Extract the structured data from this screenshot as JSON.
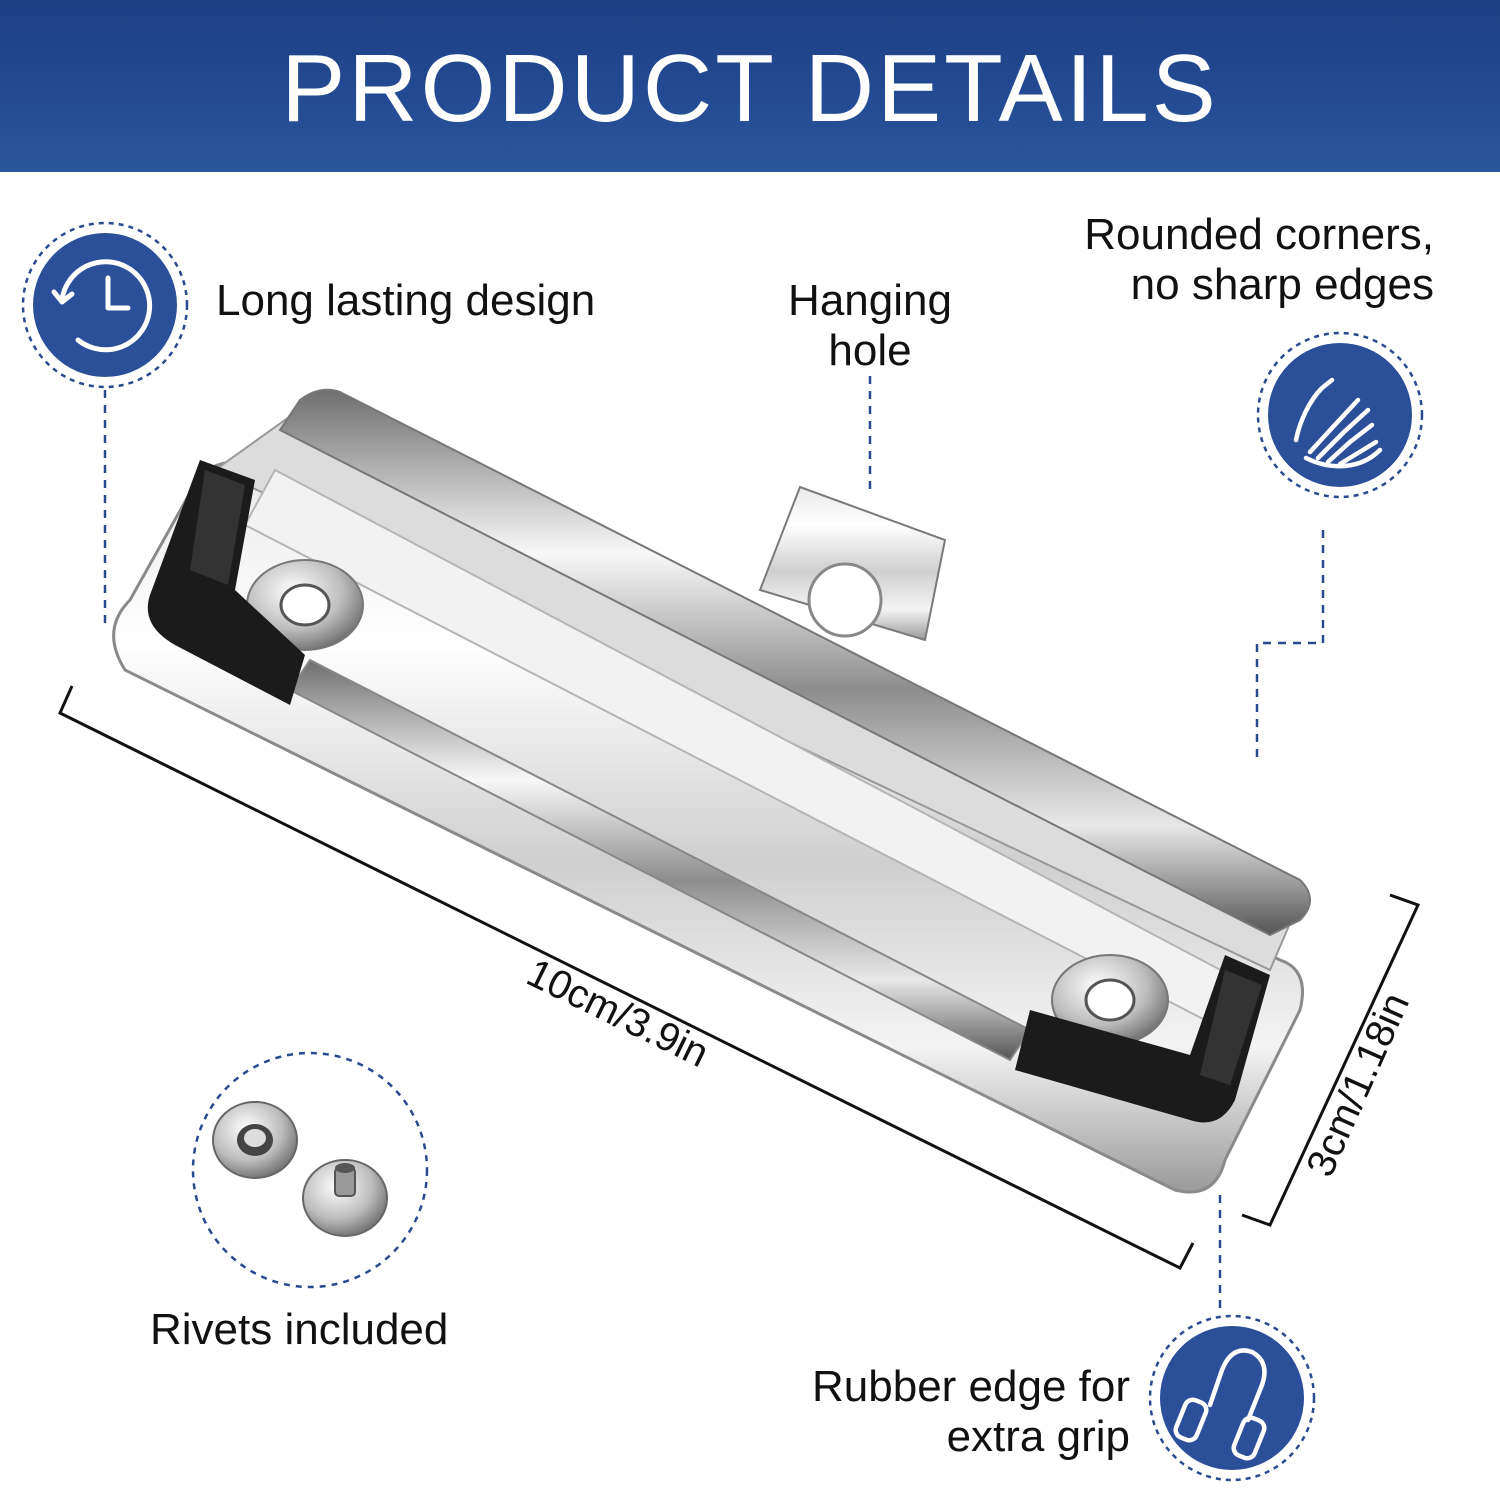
{
  "banner": {
    "title": "PRODUCT DETAILS",
    "color": "#234a92"
  },
  "features": {
    "long_lasting": {
      "label": "Long lasting design",
      "icon": "clock-history-icon"
    },
    "hanging_hole": {
      "line1": "Hanging",
      "line2": "hole"
    },
    "rounded_corners": {
      "line1": "Rounded corners,",
      "line2": "no sharp edges",
      "icon": "hand-touch-icon"
    },
    "rivets": {
      "label": "Rivets included"
    },
    "rubber_edge": {
      "line1": "Rubber edge for",
      "line2": "extra grip",
      "icon": "hand-gripper-icon"
    }
  },
  "dimensions": {
    "length": "10cm/3.9in",
    "width": "3cm/1.18in"
  },
  "colors": {
    "accent": "#234a92",
    "icon_circle": "#2c4f9a",
    "dashed_line": "#2a4a8f"
  }
}
